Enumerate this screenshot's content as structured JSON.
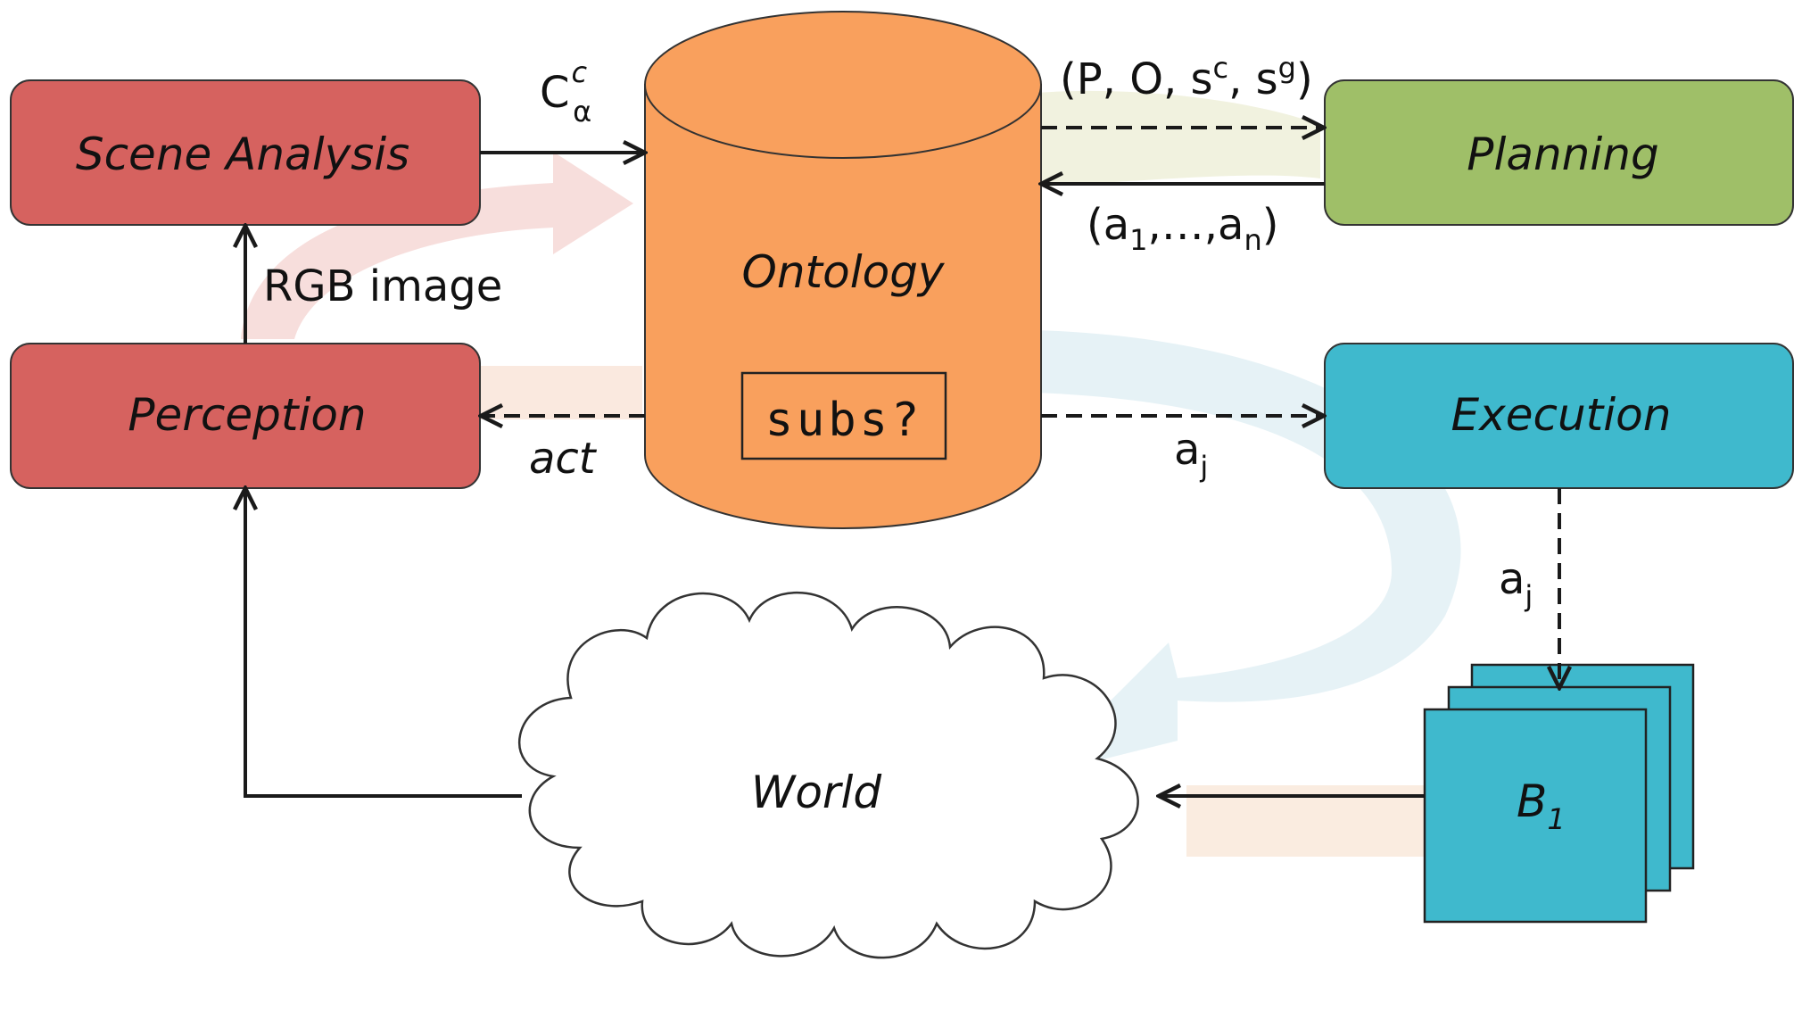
{
  "colors": {
    "perception_block": "#d6625f",
    "planning_block": "#9fbf68",
    "execution_block": "#3fb9cd",
    "ontology_fill": "#f9a05d",
    "cloud_fill": "#ffffff",
    "arrow": "#1a1a1a"
  },
  "nodes": {
    "scene_analysis": "Scene Analysis",
    "perception": "Perception",
    "ontology": "Ontology",
    "subs": "subs?",
    "planning": "Planning",
    "execution": "Execution",
    "world": "World",
    "behaviour_base": "B",
    "behaviour_sub": "1"
  },
  "edges": {
    "c_alpha": {
      "base": "C",
      "sup": "c",
      "sub": "α"
    },
    "rgb_image": "RGB image",
    "act": "act",
    "problem_prefix": "(P, O, s",
    "problem_sup_c": "c",
    "problem_mid": ", s",
    "problem_sup_g": "g",
    "problem_suffix": ")",
    "plan_open": "(a",
    "plan_sub_1": "1",
    "plan_mid": ",…,a",
    "plan_sub_n": "n",
    "plan_close": ")",
    "action_exec_base": "a",
    "action_exec_sub": "j",
    "action_behav_base": "a",
    "action_behav_sub": "j"
  }
}
